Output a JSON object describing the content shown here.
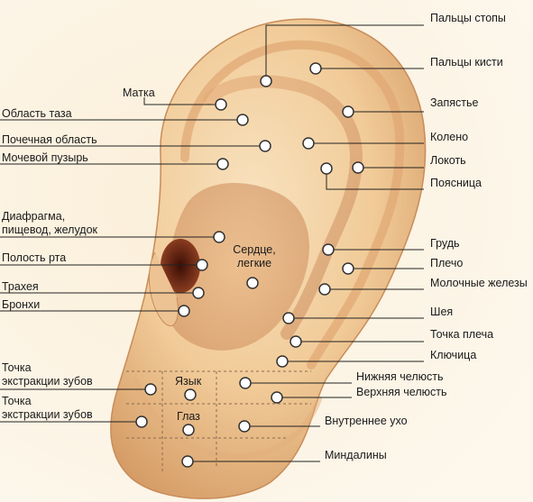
{
  "colors": {
    "background": "#fdf7ec",
    "ear_light": "#f6dcb6",
    "ear_mid": "#e9b982",
    "ear_dark": "#b87a4a",
    "canal": "#5a1f10",
    "leader": "#222222",
    "point_fill": "#ffffff",
    "point_stroke": "#333333",
    "grid_dash": "#8a6a50"
  },
  "labels": {
    "toes": "Пальцы стопы",
    "fingers": "Пальцы кисти",
    "wrist": "Запястье",
    "knee": "Колено",
    "elbow": "Локоть",
    "lumbar": "Поясница",
    "uterus": "Матка",
    "pelvis": "Область таза",
    "kidney": "Почечная область",
    "bladder": "Мочевой пузырь",
    "diaphragm_1": "Диафрагма,",
    "diaphragm_2": "пищевод, желудок",
    "mouth": "Полость рта",
    "trachea": "Трахея",
    "bronchi": "Бронхи",
    "heart_1": "Сердце,",
    "heart_2": "легкие",
    "chest": "Грудь",
    "shoulder": "Плечо",
    "mammary": "Молочные железы",
    "neck": "Шея",
    "shoulder_point": "Точка плеча",
    "clavicle": "Ключица",
    "lower_jaw": "Нижняя челюсть",
    "upper_jaw": "Верхняя челюсть",
    "inner_ear": "Внутреннее ухо",
    "tonsils": "Миндалины",
    "tongue": "Язык",
    "eye": "Глаз",
    "tooth1_1": "Точка",
    "tooth1_2": "экстракции зубов",
    "tooth2_1": "Точка",
    "tooth2_2": "экстракции зубов"
  }
}
